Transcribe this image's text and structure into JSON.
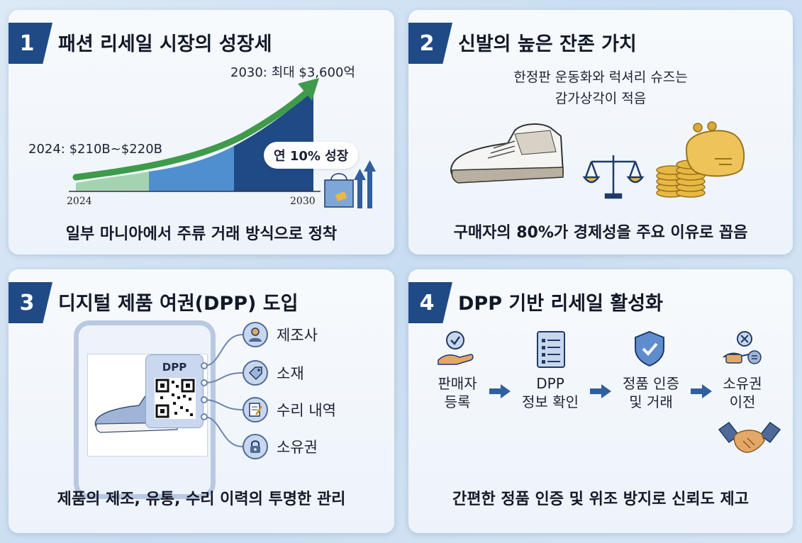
{
  "panel1": {
    "number": "1",
    "title": "패션 리세일 시장의 성장세",
    "label_2024": "2024: $210B~$220B",
    "label_2030": "2030: 최대 $3,600억",
    "growth_pill": "연 10% 성장",
    "axis_start": "2024",
    "axis_end": "2030",
    "caption": "일부 마니아에서 주류 거래 방식으로 정착",
    "colors": {
      "arrow": "#3f9a4c",
      "band_light": "#8fc6a0",
      "band_mid": "#4a86c8",
      "band_dark": "#1f4a86"
    }
  },
  "panel2": {
    "number": "2",
    "title": "신발의 높은 잔존 가치",
    "subtitle_line1": "한정판 운동화와 럭셔리 슈즈는",
    "subtitle_line2": "감가상각이 적음",
    "icons": [
      "sneaker-icon",
      "balance-scale-icon",
      "coins-icon",
      "purse-icon"
    ],
    "caption": "구매자의 80%가 경제성을 주요 이유로 꼽음"
  },
  "panel3": {
    "number": "3",
    "title": "디지털 제품 여권(DPP) 도입",
    "dpp_label": "DPP",
    "features": [
      {
        "label": "제조사",
        "icon": "manufacturer-icon"
      },
      {
        "label": "소재",
        "icon": "tag-icon"
      },
      {
        "label": "수리 내역",
        "icon": "repair-icon"
      },
      {
        "label": "소유권",
        "icon": "lock-icon"
      }
    ],
    "caption": "제품의 제조, 유통, 수리 이력의 투명한 관리"
  },
  "panel4": {
    "number": "4",
    "title": "DPP 기반 리세일 활성화",
    "steps": [
      {
        "line1": "판매자",
        "line2": "등록"
      },
      {
        "line1": "DPP",
        "line2": "정보 확인"
      },
      {
        "line1": "정품 인증",
        "line2": "및 거래"
      },
      {
        "line1": "소유권",
        "line2": "이전"
      }
    ],
    "caption": "간편한 정품 인증 및 위조 방지로 신뢰도 제고"
  }
}
